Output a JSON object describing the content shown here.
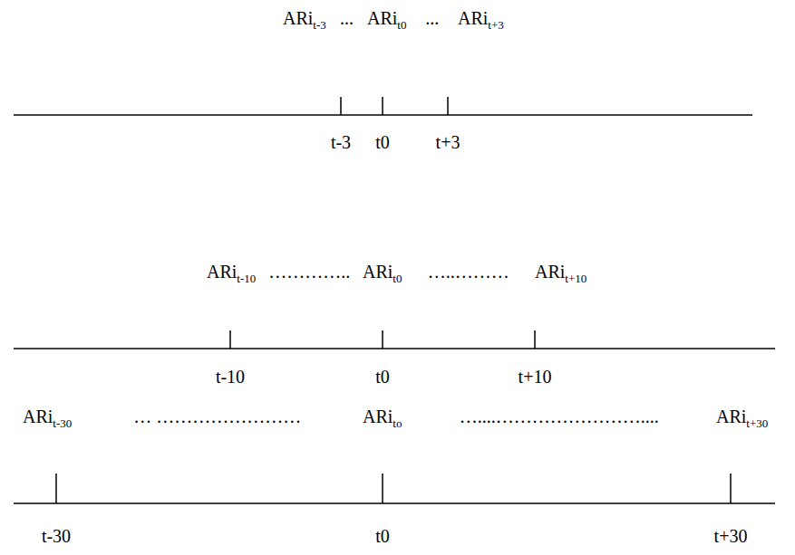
{
  "diagram": {
    "labels": [
      "ARi",
      "t-3",
      "...",
      "ARi",
      "t0",
      "...",
      "ARi",
      "t+3",
      "t-3",
      "t0",
      "t+3",
      "ARi",
      "t-10",
      "…………..",
      "ARi",
      "t0",
      "…..………",
      "ARi",
      "t+10",
      "t-10",
      "t0",
      "t+10",
      "ARi",
      "t-30",
      "… ……………………",
      "ARi",
      "to",
      "…....……………………....",
      "ARi",
      "t+30",
      "t-30",
      "t0",
      "t+30"
    ]
  }
}
